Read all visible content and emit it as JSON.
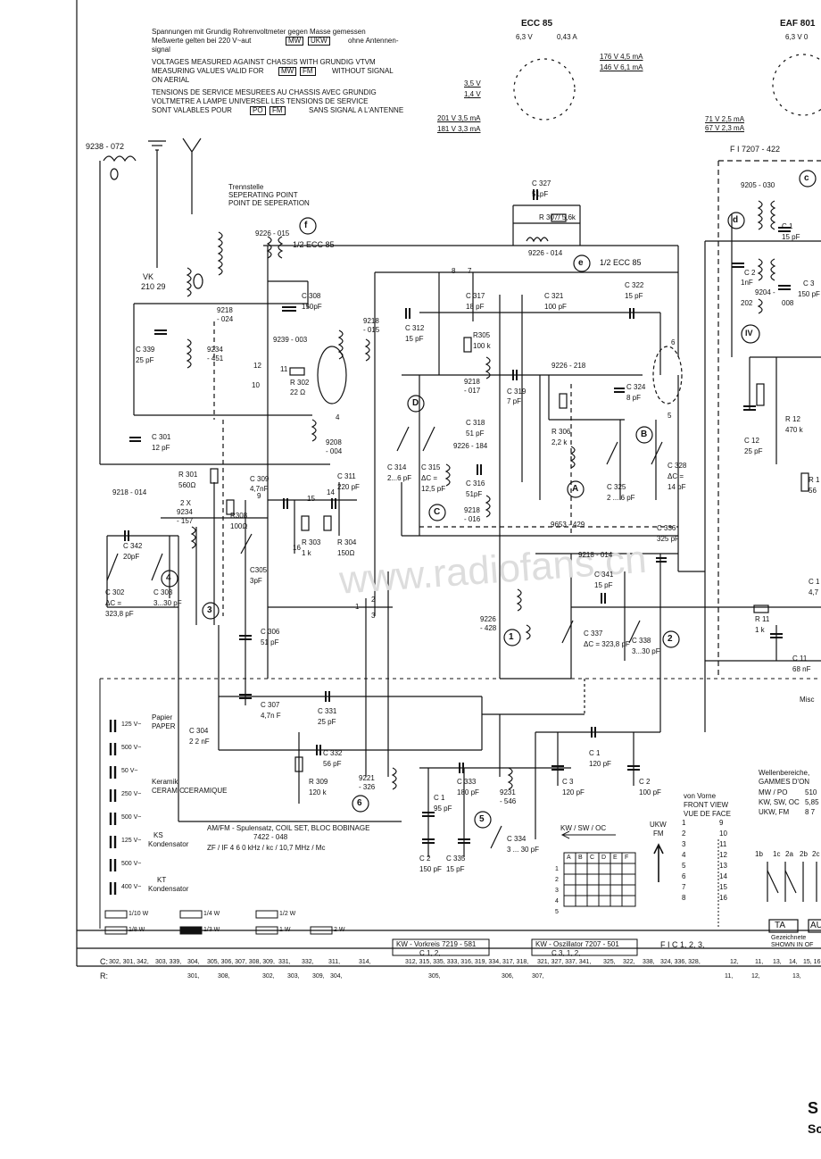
{
  "notes": {
    "de": [
      "Spannungen mit Grundig Rohrenvoltmeter gegen Masse gemessen",
      "Meßwerte gelten bei 220 V~aut",
      "MW",
      "UKW",
      "ohne Antennen-",
      "signal"
    ],
    "en": [
      "VOLTAGES MEASURED AGAINST CHASSIS WITH GRUNDIG VTVM",
      "MEASURING VALUES VALID FOR",
      "MW",
      "FM",
      "WITHOUT SIGNAL",
      "ON AERIAL"
    ],
    "fr": [
      "TENSIONS DE SERVICE MESUREES AU CHASSIS AVEC GRUNDIG",
      "VOLTMETRE A LAMPE UNIVERSEL LES TENSIONS DE SERVICE",
      "SONT VALABLES POUR",
      "PO",
      "FM",
      "SANS SIGNAL A L'ANTENNE"
    ]
  },
  "tubes": {
    "ecc85": {
      "name": "ECC 85",
      "heater": "6,3 V",
      "current": "0,43 A",
      "v1": "176 V 4,5 mA",
      "v2": "146 V 6,1 mA",
      "v3": "3,5 V",
      "v4": "1,4 V",
      "v5": "201 V 3,5 mA",
      "v6": "181 V 3,3 mA"
    },
    "eaf801": {
      "name": "EAF 801",
      "heater": "6,3 V 0",
      "v1": "71 V 2,5 mA",
      "v2": "67 V 2,3 mA"
    }
  },
  "labels": {
    "coil_9238": "9238 - 072",
    "separating": [
      "Trennstelle",
      "SEPERATING POINT",
      "POINT DE SEPERATION"
    ],
    "half_ecc85_a": "1/2 ECC 85",
    "half_ecc85_b": "1/2 ECC 85",
    "fi": "F I   7207 - 422",
    "vk": "VK",
    "vk_num": "210 29",
    "c327": "C 327",
    "c327v": "51pF",
    "r307": "R 307/ 5,6k",
    "coil_9226_014": "9226 - 014",
    "coil_9226_015": "9226 - 015",
    "coil_9205": "9205 - 030",
    "c308": "C 308",
    "c308v": "150pF",
    "c317": "C 317",
    "c317v": "18 pF",
    "c321": "C 321",
    "c321v": "100 pF",
    "c322": "C 322",
    "c322v": "15 pF",
    "c312": "C 312",
    "c312v": "15 pF",
    "r305": "R305",
    "r305v": "100 k",
    "coil_9218_015": "9218",
    "coil_9218_015b": "- 015",
    "coil_9239": "9239 - 003",
    "r302": "R 302",
    "r302v": "22 Ω",
    "coil_9218_017": "9218",
    "coil_9218_017b": "- 017",
    "c319": "C 319",
    "c319v": "7 pF",
    "coil_9226_218": "9226 - 218",
    "c324": "C 324",
    "c324v": "8 pF",
    "coil_9218_024": "9218",
    "coil_9218_024b": "- 024",
    "c339": "C 339",
    "c339v": "25 pF",
    "coil_9234_451": "9234",
    "coil_9234_451b": "- 451",
    "c301": "C 301",
    "c301v": "12 pF",
    "coil_9208": "9208",
    "coil_9208b": "- 004",
    "c318": "C 318",
    "c318v": "51 pF",
    "r306": "R 306",
    "r306v": "2,2 k",
    "coil_9226_184": "9226 - 184",
    "c314": "C 314",
    "c314v": "2...6 pF",
    "c315": "C 315",
    "c315v": "ΔC =",
    "c315v2": "12,5 pF",
    "c316": "C 316",
    "c316v": "51pF",
    "coil_9218_016": "9218",
    "coil_9218_016b": "- 016",
    "c325": "C 325",
    "c325v": "2 ... 6 pF",
    "c328": "C 328",
    "c328v": "ΔC =",
    "c328v2": "14 pF",
    "r301": "R 301",
    "r301v": "560Ω",
    "c309": "C 309",
    "c309v": "4,7nF",
    "c311": "C 311",
    "c311v": "220 pF",
    "coil_9218_014": "9218 - 014",
    "coil_9234_157": "2 X",
    "coil_9234_157b": "9234",
    "coil_9234_157c": "- 157",
    "r308": "R308",
    "r308v": "100Ω",
    "r303": "R 303",
    "r303v": "1 k",
    "r304": "R 304",
    "r304v": "150Ω",
    "c342": "C 342",
    "c342v": "20pF",
    "c305": "C305",
    "c305v": "3pF",
    "c302": "C 302",
    "c302v": "ΔC =",
    "c302v2": "323,8 pF",
    "c303": "C 303",
    "c303v": "3...30 pF",
    "coil_9653": "9653 - 429",
    "c336": "C 336",
    "c336v": "325 pF",
    "coil_9218_014b": "9218 - 014",
    "c341": "C 341",
    "c341v": "15 pF",
    "coil_9226_428": "9226",
    "coil_9226_428b": "- 428",
    "c337": "C 337",
    "c337v": "ΔC = 323,8 pF",
    "c338": "C 338",
    "c338v": "3...30 pF",
    "c306": "C 306",
    "c306v": "51 pF",
    "c307": "C 307",
    "c307v": "4,7n F",
    "c304": "C 304",
    "c304v": "2 2 nF",
    "c331": "C 331",
    "c331v": "25 pF",
    "c332": "C 332",
    "c332v": "56 pF",
    "r309": "R 309",
    "r309v": "120 k",
    "coil_9221": "9221",
    "coil_9221b": "- 326",
    "c333": "C 333",
    "c333v": "180 pF",
    "coil_9231": "9231",
    "coil_9231b": "- 546",
    "c1": "C 1",
    "c1v": "95 pF",
    "c1b": "C 1",
    "c1bv": "120 pF",
    "c2": "C 2",
    "c2v": "150 pF",
    "c335": "C 335",
    "c335v": "15 pF",
    "c334": "C 334",
    "c334v": "3 ... 30 pF",
    "c3": "C 3",
    "c3v": "120 pF",
    "c2b": "C 2",
    "c2bv": "100 pF",
    "c12": "C 12",
    "c12v": "25 pF",
    "r12": "R 12",
    "r12v": "470 k",
    "r11": "R 11",
    "r11v": "1 k",
    "c11": "C 11",
    "c11v": "68 nF",
    "ci": "C 1",
    "civ": "15 pF",
    "c2i": "C 2",
    "c2iv": "1nF",
    "c3i": "C 3",
    "c3iv": "150 pF",
    "coil_202": "202",
    "coil_204": "9204 -",
    "coil_008": "008",
    "misch": "Misc",
    "r1x": "R 1",
    "r1xv": "56",
    "c1x": "C 1",
    "c1xv": "4,7"
  },
  "legend": {
    "paper": [
      "Papier",
      "PAPER"
    ],
    "ceramic": [
      "Keramik",
      "CERAMIC",
      "CERAMIQUE"
    ],
    "ks": [
      "KS",
      "Kondensator"
    ],
    "kt": [
      "KT",
      "Kondensator"
    ],
    "volts": [
      "125 V~",
      "500 V~",
      "50 V~",
      "250 V~",
      "500 V~",
      "125 V~",
      "500 V~",
      "400 V~"
    ],
    "watts": [
      "1/10 W",
      "1/4 W",
      "1/2 W",
      "1/8 W",
      "1/3 W",
      "1 W",
      "2 W"
    ]
  },
  "coilset": {
    "line1": "AM/FM - Spulensatz, COIL SET, BLOC BOBINAGE",
    "line2": "7422 - 048",
    "line3": "ZF / IF  4 6 0 kHz / kc / 10,7 MHz / Mc"
  },
  "switch": {
    "bands": "KW / SW / OC",
    "ukw": "UKW",
    "fm": "FM",
    "cols": [
      "A",
      "B",
      "C",
      "D",
      "E",
      "F"
    ],
    "rows": [
      "1",
      "2",
      "3",
      "4",
      "5"
    ],
    "view": [
      "von Vorne",
      "FRONT VIEW",
      "VUE DE FACE"
    ],
    "contacts_left": [
      "1",
      "2",
      "3",
      "4",
      "5",
      "6",
      "7",
      "8"
    ],
    "contacts_right": [
      "9",
      "10",
      "11",
      "12",
      "13",
      "14",
      "15",
      "16"
    ]
  },
  "ranges": {
    "head": [
      "Wellenbereiche,",
      "GAMMES D'ON"
    ],
    "rows": [
      [
        "MW / PO",
        "510"
      ],
      [
        "KW, SW, OC",
        "5,85"
      ],
      [
        "UKW, FM",
        "8 7"
      ]
    ]
  },
  "bottom_right": {
    "ta": "TA",
    "au": "AU",
    "shown": [
      "Gezeichnete",
      "SHOWN IN OF"
    ],
    "contacts": [
      "1b",
      "1c",
      "2a",
      "2b",
      "2c"
    ]
  },
  "tables": {
    "kw_vorkreis": "KW - Vorkreis  7219 - 581",
    "kw_vorkreis_c": "C    1,    2,",
    "kw_osz": "KW - Oszillator  7207 - 501",
    "kw_osz_c": "C    3,    1,    2,",
    "fi_c": "F I   C  1,   2,   3,",
    "row_c_label": "C:",
    "row_c": [
      "302, 301, 342,",
      "303, 339,",
      "304,",
      "305, 306, 307, 308, 309,",
      "331,",
      "332,",
      "311,",
      "314,",
      "312,  315,  335,  333, 316, 319, 334,  317, 318,",
      "321, 327, 337, 341,",
      "325,",
      "322,",
      "338,",
      "324, 336, 328,",
      "12,",
      "11,",
      "13,",
      "14,",
      "15, 16"
    ],
    "row_r_label": "R:",
    "row_r": [
      "301,",
      "308,",
      "302,",
      "303,",
      "309,",
      "304,",
      "305,",
      "306,",
      "307,",
      "11,",
      "12,",
      "13,"
    ]
  },
  "circled": [
    "1",
    "2",
    "3",
    "4",
    "5",
    "6",
    "A",
    "B",
    "C",
    "D",
    "IV",
    "c",
    "d",
    "e",
    "f"
  ],
  "pins": {
    "p8": "8",
    "p7": "7",
    "p2": "2",
    "p3": "3",
    "p1": "1",
    "p4": "4",
    "p5": "5",
    "p6": "6",
    "p9": "9",
    "p10": "10",
    "p11": "11",
    "p12": "12",
    "p14": "14",
    "p15": "15",
    "p16": "16"
  },
  "watermark": "www.radiofans.cn",
  "corner": [
    "S",
    "Sc"
  ]
}
